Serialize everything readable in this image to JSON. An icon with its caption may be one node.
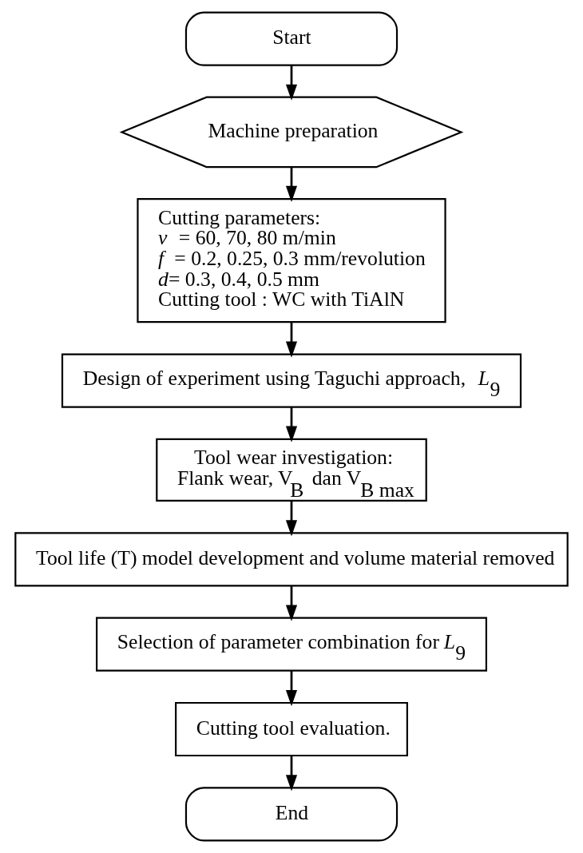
{
  "diagram": {
    "nodes": [
      {
        "text": [
          "Start"
        ]
      },
      {
        "text": [
          "Machine preparation"
        ]
      },
      {
        "text": [
          "Cutting parameters:",
          "*v* = 60, 70, 80 m/min",
          "*f* = 0.2, 0.25, 0.3 mm/revolution",
          "*d*= 0.3, 0.4, 0.5 mm",
          "Cutting tool : WC with TiAlN"
        ]
      },
      {
        "text": [
          "Design of experiment using Taguchi approach, *L*$_{9}$"
        ]
      },
      {
        "text": [
          "Tool wear investigation:",
          "Flank wear, V$_{B}$ dan V$_{B max}$"
        ]
      },
      {
        "text": [
          "Tool life (T) model development and volume material removed"
        ]
      },
      {
        "text": [
          "Selection of parameter combination for *L*$_{9}$"
        ]
      },
      {
        "text": [
          "Cutting tool evaluation."
        ]
      },
      {
        "text": [
          "End"
        ]
      }
    ],
    "edges": [
      {
        "from": 0,
        "to": 1,
        "arrow": "to"
      },
      {
        "from": 1,
        "to": 2,
        "arrow": "to"
      },
      {
        "from": 2,
        "to": 3,
        "arrow": "to"
      },
      {
        "from": 3,
        "to": 4,
        "arrow": "to"
      },
      {
        "from": 4,
        "to": 5,
        "arrow": "to"
      },
      {
        "from": 5,
        "to": 6,
        "arrow": "to"
      },
      {
        "from": 6,
        "to": 7,
        "arrow": "to"
      },
      {
        "from": 7,
        "to": 8,
        "arrow": "to"
      }
    ]
  }
}
